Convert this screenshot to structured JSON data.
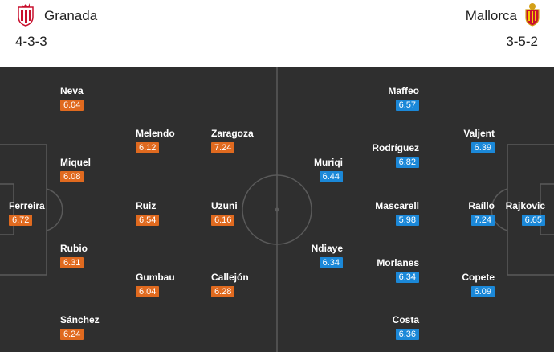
{
  "colors": {
    "home_rating": "#e06a1f",
    "away_rating": "#1b88d8",
    "pitch": "#2f2f2f"
  },
  "home": {
    "name": "Granada",
    "formation": "4-3-3",
    "crest_icon": "granada-crest-icon",
    "players": [
      {
        "name": "Neva",
        "rating": "6.04"
      },
      {
        "name": "Melendo",
        "rating": "6.12"
      },
      {
        "name": "Zaragoza",
        "rating": "7.24"
      },
      {
        "name": "Miquel",
        "rating": "6.08"
      },
      {
        "name": "Ferreira",
        "rating": "6.72"
      },
      {
        "name": "Ruiz",
        "rating": "6.54"
      },
      {
        "name": "Uzuni",
        "rating": "6.16"
      },
      {
        "name": "Rubio",
        "rating": "6.31"
      },
      {
        "name": "Gumbau",
        "rating": "6.04"
      },
      {
        "name": "Callejón",
        "rating": "6.28"
      },
      {
        "name": "Sánchez",
        "rating": "6.24"
      }
    ]
  },
  "away": {
    "name": "Mallorca",
    "formation": "3-5-2",
    "crest_icon": "mallorca-crest-icon",
    "players": [
      {
        "name": "Maffeo",
        "rating": "6.57"
      },
      {
        "name": "Valjent",
        "rating": "6.39"
      },
      {
        "name": "Rodríguez",
        "rating": "6.82"
      },
      {
        "name": "Muriqi",
        "rating": "6.44"
      },
      {
        "name": "Mascarell",
        "rating": "5.98"
      },
      {
        "name": "Raíllo",
        "rating": "7.24"
      },
      {
        "name": "Rajkovic",
        "rating": "6.65"
      },
      {
        "name": "Ndiaye",
        "rating": "6.34"
      },
      {
        "name": "Morlanes",
        "rating": "6.34"
      },
      {
        "name": "Copete",
        "rating": "6.09"
      },
      {
        "name": "Costa",
        "rating": "6.36"
      }
    ]
  }
}
